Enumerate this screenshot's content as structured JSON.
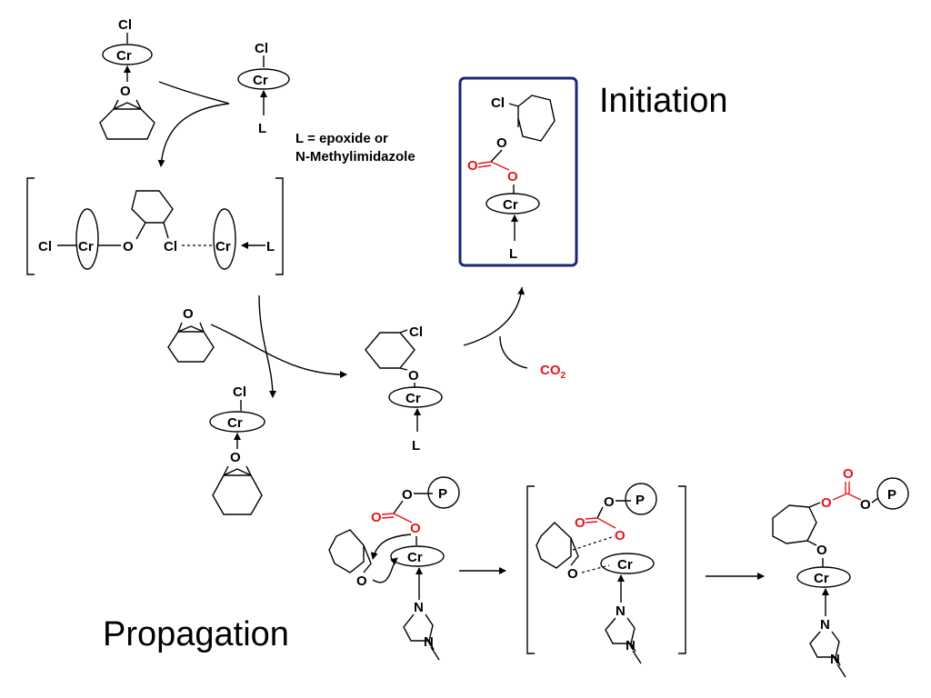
{
  "titles": {
    "initiation": "Initiation",
    "propagation": "Propagation"
  },
  "ligand_note": {
    "line1": "L = epoxide or",
    "line2": "N-Methylimidazole"
  },
  "co2": {
    "main": "CO",
    "sub": "2"
  },
  "atoms": {
    "chromium": "Cr",
    "chlorine": "Cl",
    "oxygen": "O",
    "ligand": "L",
    "nitrogen": "N",
    "polymer": "P"
  },
  "colors": {
    "bond": "#000000",
    "carbonate": "#e8141c",
    "highlight_box": "#1b2577"
  }
}
